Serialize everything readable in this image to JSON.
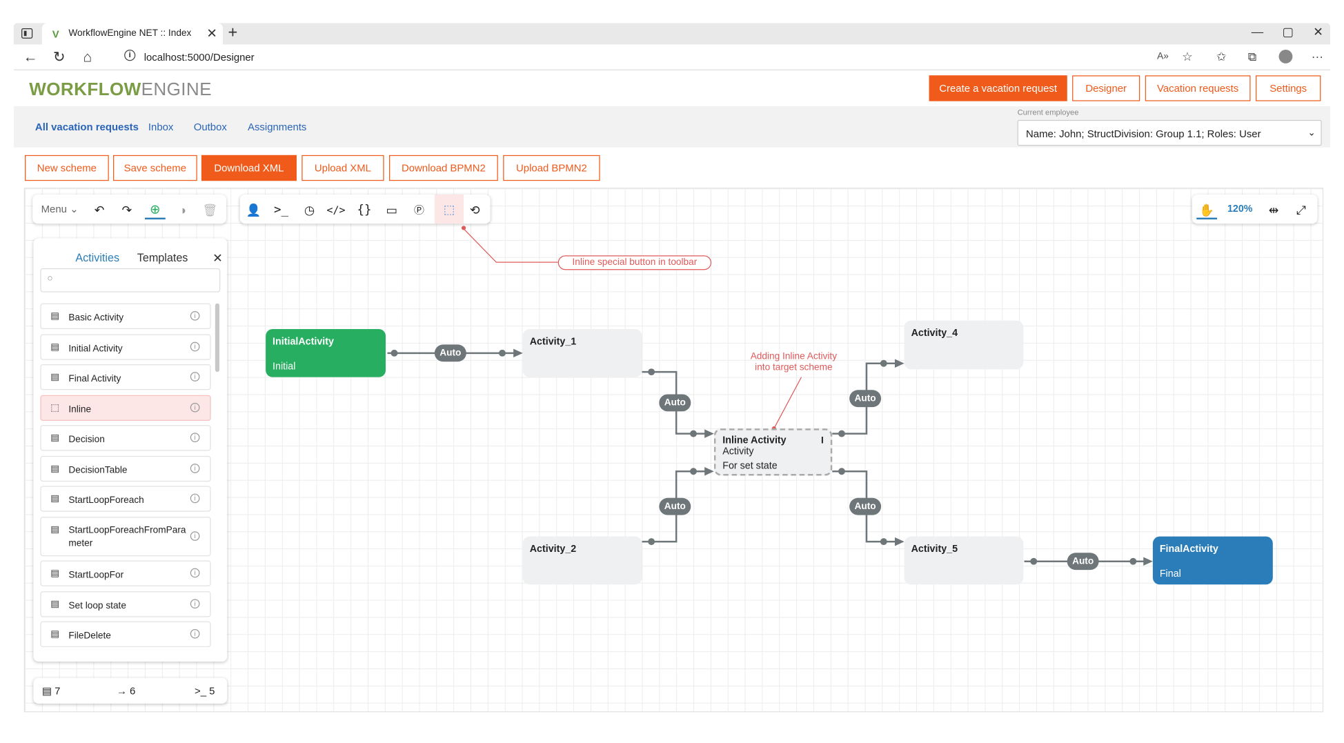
{
  "browser": {
    "tab_icon": "V",
    "tab_title": "WorkflowEngine NET :: Index",
    "tab_close": "✕",
    "new_tab": "+",
    "url": "localhost:5000/Designer",
    "win_min": "—",
    "win_max": "▢",
    "win_close": "✕"
  },
  "header": {
    "logo_bold": "WORKFLOW",
    "logo_light": "ENGINE",
    "buttons": {
      "create": "Create a vacation request",
      "designer": "Designer",
      "vacation": "Vacation requests",
      "settings": "Settings"
    }
  },
  "subnav": {
    "items": [
      "All vacation requests",
      "Inbox",
      "Outbox",
      "Assignments"
    ],
    "employee_label": "Current employee",
    "employee_value": "Name: John; StructDivision: Group 1.1; Roles: User"
  },
  "scheme_buttons": [
    "New scheme",
    "Save scheme",
    "Download XML",
    "Upload XML",
    "Download BPMN2",
    "Upload BPMN2"
  ],
  "designer": {
    "menu_label": "Menu",
    "zoom": "120%",
    "panel_tabs": [
      "Activities",
      "Templates"
    ],
    "panel_close": "✕",
    "activities": [
      {
        "label": "Basic Activity",
        "icon": "basic-activity-icon"
      },
      {
        "label": "Initial Activity",
        "icon": "initial-activity-icon"
      },
      {
        "label": "Final Activity",
        "icon": "final-activity-icon"
      },
      {
        "label": "Inline",
        "icon": "inline-icon"
      },
      {
        "label": "Decision",
        "icon": "decision-icon"
      },
      {
        "label": "DecisionTable",
        "icon": "decision-table-icon"
      },
      {
        "label": "StartLoopForeach",
        "icon": "loop-icon"
      },
      {
        "label": "StartLoopForeachFromParameter",
        "icon": "loop-icon"
      },
      {
        "label": "StartLoopFor",
        "icon": "loop-icon"
      },
      {
        "label": "Set loop state",
        "icon": "loop-icon"
      },
      {
        "label": "FileDelete",
        "icon": "file-icon"
      }
    ],
    "stats": {
      "activities": "7",
      "transitions": "6",
      "commands": "5"
    },
    "annotations": {
      "toolbar": "Inline special button in toolbar",
      "adding_line1": "Adding Inline Activity",
      "adding_line2": "into target scheme"
    },
    "nodes": {
      "initial": {
        "title": "InitialActivity",
        "state": "Initial"
      },
      "a1": {
        "title": "Activity_1"
      },
      "a2": {
        "title": "Activity_2"
      },
      "a4": {
        "title": "Activity_4"
      },
      "a5": {
        "title": "Activity_5"
      },
      "inline": {
        "title": "Inline Activity",
        "type": "Activity",
        "state": "For set state",
        "marker": "I"
      },
      "final": {
        "title": "FinalActivity",
        "state": "Final"
      }
    },
    "transition_label": "Auto"
  },
  "colors": {
    "accent": "#f05a1a",
    "initial": "#27ae60",
    "final": "#2a7db8",
    "link": "#2a64b8",
    "annotation": "#e05a5a"
  }
}
